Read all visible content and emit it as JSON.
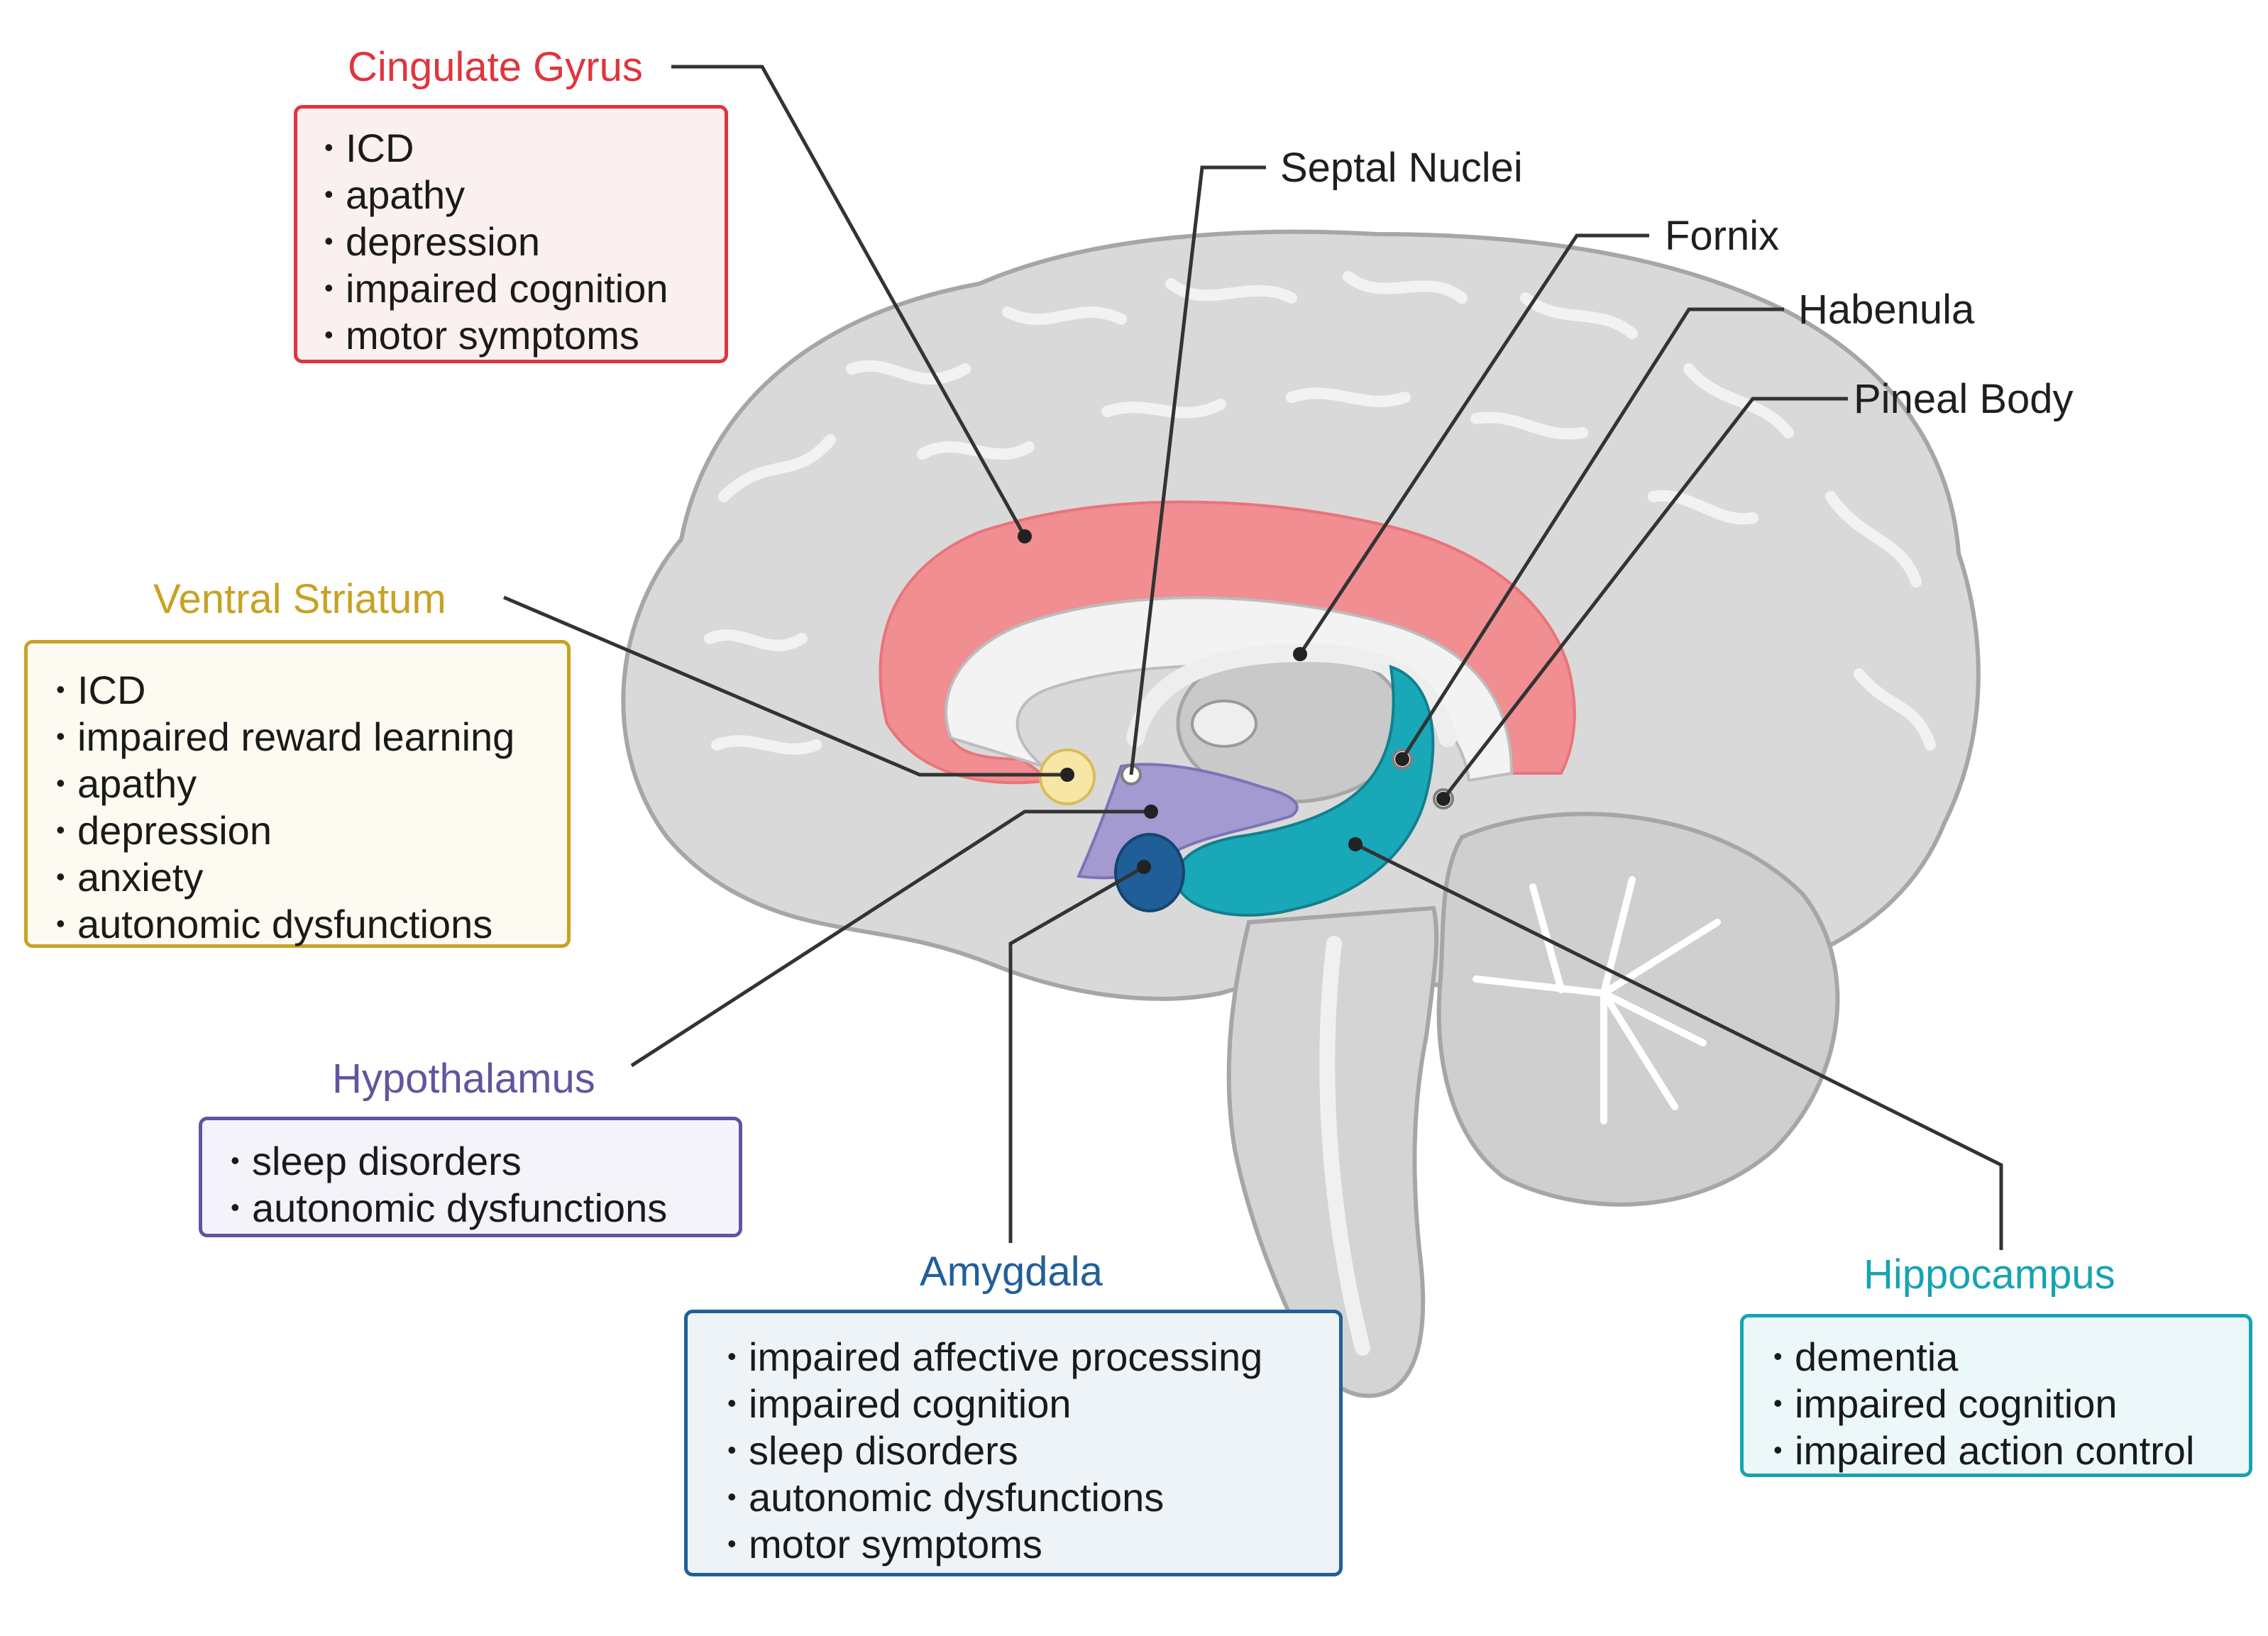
{
  "colors": {
    "cingulate": "#e0353d",
    "striatum": "#c8a225",
    "hypothalamus": "#5f569f",
    "amygdala": "#215f9a",
    "hippocampus": "#17a3b3",
    "leader": "#333333",
    "brain_fill": "#d9d9d9",
    "brain_stroke": "#a6a6a6"
  },
  "regions": {
    "cingulate": {
      "title": "Cingulate Gyrus",
      "items": [
        "ICD",
        "apathy",
        "depression",
        "impaired cognition",
        "motor symptoms"
      ]
    },
    "striatum": {
      "title": "Ventral Striatum",
      "items": [
        "ICD",
        "impaired reward learning",
        "apathy",
        "depression",
        "anxiety",
        "autonomic dysfunctions"
      ]
    },
    "hypothalamus": {
      "title": "Hypothalamus",
      "items": [
        "sleep disorders",
        "autonomic dysfunctions"
      ]
    },
    "amygdala": {
      "title": "Amygdala",
      "items": [
        "impaired affective processing",
        "impaired cognition",
        "sleep disorders",
        "autonomic dysfunctions",
        "motor symptoms"
      ]
    },
    "hippocampus": {
      "title": "Hippocampus",
      "items": [
        "dementia",
        "impaired cognition",
        "impaired action control"
      ]
    }
  },
  "structures": {
    "septal_nuclei": "Septal Nuclei",
    "fornix": "Fornix",
    "habenula": "Habenula",
    "pineal_body": "Pineal Body"
  }
}
